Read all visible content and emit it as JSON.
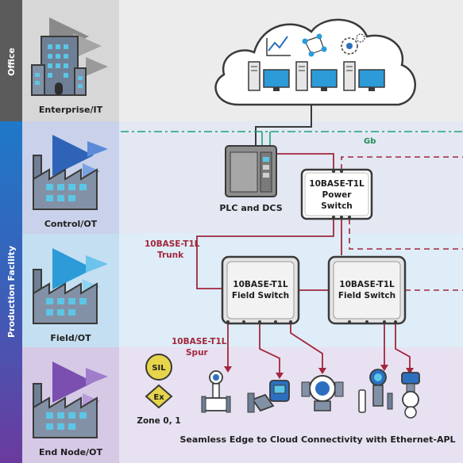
{
  "sidebar": {
    "office_label": "Office",
    "production_label": "Production Facility"
  },
  "levels": [
    {
      "key": "enterprise",
      "label": "Enterprise/IT"
    },
    {
      "key": "control",
      "label": "Control/OT"
    },
    {
      "key": "field",
      "label": "Field/OT"
    },
    {
      "key": "endnode",
      "label": "End Node/OT"
    }
  ],
  "network": {
    "gb_label": "Gb",
    "plc_label": "PLC and DCS",
    "power_switch": [
      "10BASE-T1L",
      "Power",
      "Switch"
    ],
    "trunk_label": [
      "10BASE-T1L",
      "Trunk"
    ],
    "field_switch_left": [
      "10BASE-T1L",
      "Field Switch"
    ],
    "field_switch_right": [
      "10BASE-T1L",
      "Field Switch"
    ],
    "spur_label": [
      "10BASE-T1L",
      "Spur"
    ]
  },
  "badges": {
    "sil": "SIL",
    "ex": "Ex",
    "zone": "Zone 0, 1"
  },
  "caption": "Seamless Edge to Cloud Connectivity with Ethernet-APL",
  "colors": {
    "office_band": "#5b5b5b",
    "production_band": "#6a3fa0",
    "cable_red": "#a3263c",
    "cable_green": "#1aa37a",
    "gb_text": "#1f8a55",
    "box_border": "#3a3a3a"
  }
}
